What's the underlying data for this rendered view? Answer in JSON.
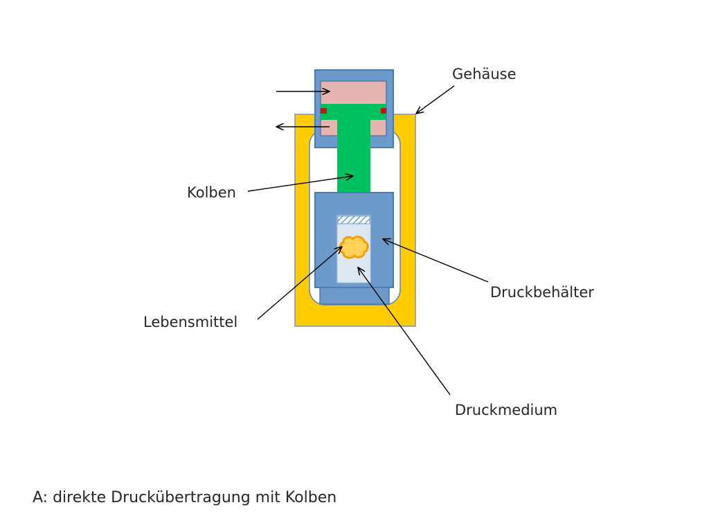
{
  "labels": {
    "gehaeuse": "Gehäuse",
    "kolben": "Kolben",
    "druckbehaelter": "Druckbehälter",
    "lebensmittel": "Lebensmittel",
    "druckmedium": "Druckmedium"
  },
  "caption": "A: direkte Druckübertragung mit Kolben",
  "colors": {
    "housing_yellow": "#ffcc00",
    "vessel_blue": "#6c9bcb",
    "outline_blue": "#4a7ab0",
    "chamber_pink": "#e6b4b0",
    "piston_green": "#00c060",
    "seal_red": "#c0190a",
    "medium_light": "#dde7f2",
    "food_orange": "#f5a800"
  }
}
